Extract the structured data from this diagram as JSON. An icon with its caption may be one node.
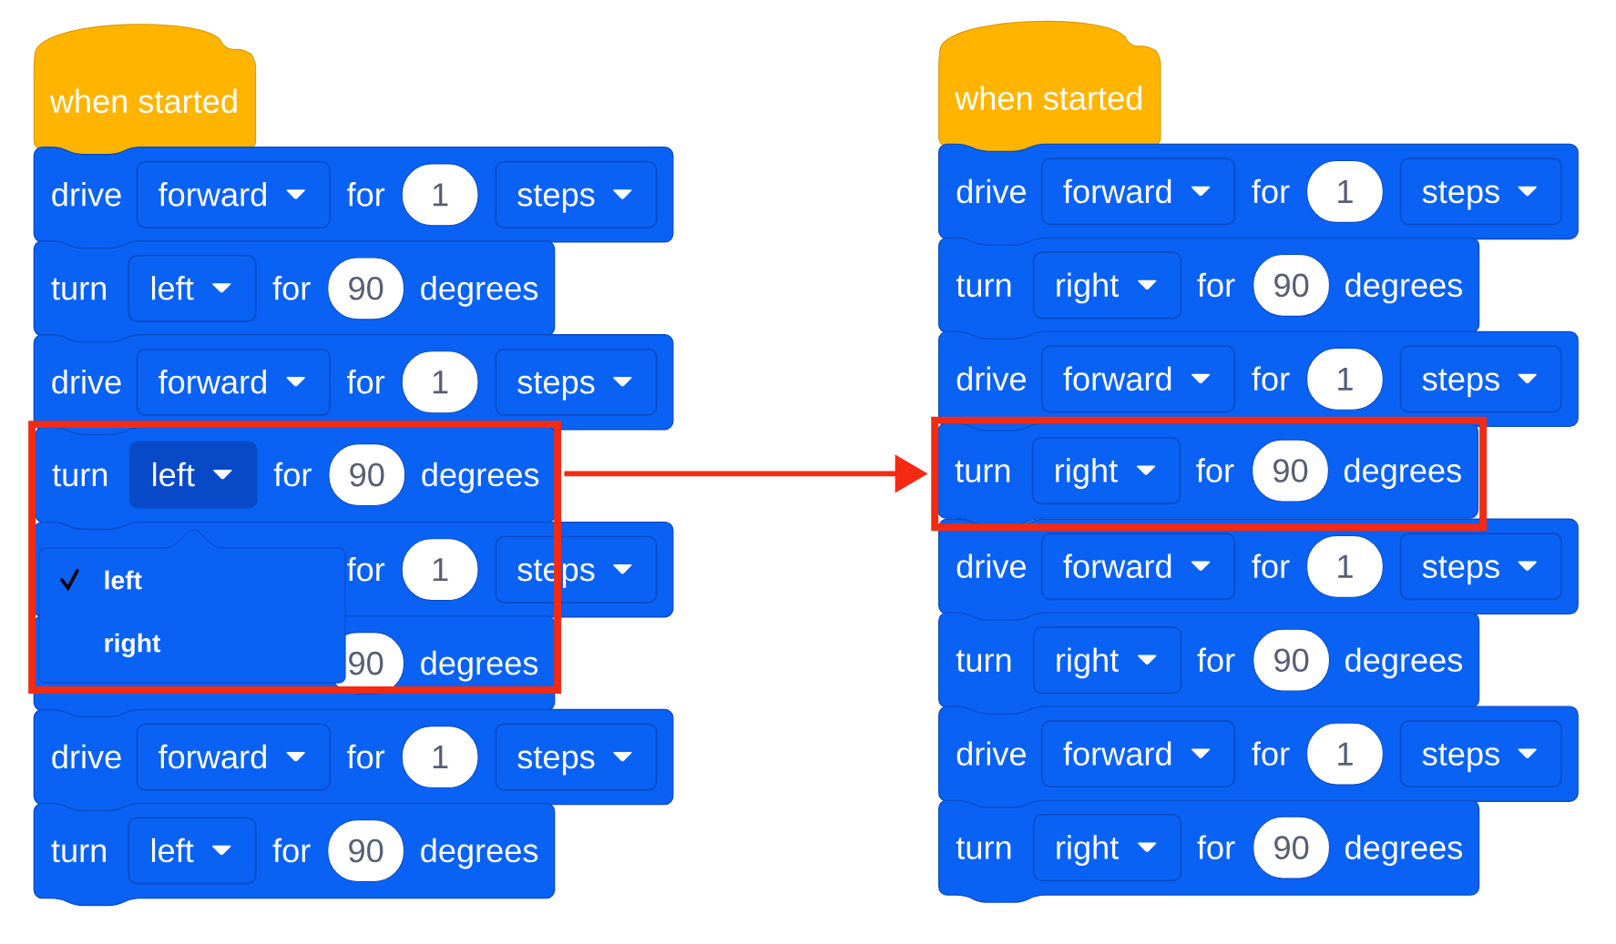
{
  "diagram": {
    "nodes": [
      {
        "text": [
          "when started"
        ]
      },
      {
        "text": [
          "drive",
          "for"
        ]
      },
      {
        "text": [
          "forward"
        ],
        "in": 1
      },
      {
        "text": [
          "1"
        ],
        "in": 1
      },
      {
        "text": [
          "steps"
        ],
        "in": 1
      },
      {
        "text": [
          "turn",
          "for",
          "degrees"
        ]
      },
      {
        "text": [
          "left"
        ],
        "in": 5
      },
      {
        "text": [
          "90"
        ],
        "in": 5
      },
      {
        "text": [
          "drive",
          "for"
        ]
      },
      {
        "text": [
          "forward"
        ],
        "in": 8
      },
      {
        "text": [
          "1"
        ],
        "in": 8
      },
      {
        "text": [
          "steps"
        ],
        "in": 8
      },
      {
        "text": [],
        "shape": "box"
      },
      {
        "text": [
          "turn",
          "for",
          "degrees"
        ],
        "in": 12
      },
      {
        "text": [
          "left"
        ],
        "in": 13
      },
      {
        "text": [
          "90"
        ],
        "in": 13
      },
      {
        "text": [
          "for"
        ]
      },
      {
        "text": [
          "1"
        ],
        "in": 16
      },
      {
        "text": [
          "steps"
        ],
        "in": 16
      },
      {
        "text": [
          "degrees"
        ]
      },
      {
        "text": [
          "90"
        ]
      },
      {
        "text": [
          "drive",
          "for"
        ]
      },
      {
        "text": [
          "forward"
        ],
        "in": 21
      },
      {
        "text": [
          "1"
        ],
        "in": 21
      },
      {
        "text": [
          "steps"
        ],
        "in": 21
      },
      {
        "text": [
          "turn",
          "for",
          "degrees"
        ]
      },
      {
        "text": [
          "left"
        ],
        "in": 25
      },
      {
        "text": [
          "90"
        ],
        "in": 25
      },
      {
        "text": [
          "left",
          "right"
        ],
        "in": 12
      },
      {
        "text": [
          "when started"
        ]
      },
      {
        "text": [
          "drive",
          "for"
        ]
      },
      {
        "text": [
          "forward"
        ],
        "in": 30
      },
      {
        "text": [
          "1"
        ],
        "in": 30
      },
      {
        "text": [
          "steps"
        ],
        "in": 30
      },
      {
        "text": [
          "turn",
          "for",
          "degrees"
        ]
      },
      {
        "text": [
          "right"
        ],
        "in": 34
      },
      {
        "text": [
          "90"
        ],
        "in": 34
      },
      {
        "text": [
          "drive",
          "for"
        ]
      },
      {
        "text": [
          "forward"
        ],
        "in": 37
      },
      {
        "text": [
          "1"
        ],
        "in": 37
      },
      {
        "text": [
          "steps"
        ],
        "in": 37
      },
      {
        "text": [],
        "shape": "box"
      },
      {
        "text": [
          "turn",
          "for",
          "degrees"
        ],
        "in": 41
      },
      {
        "text": [
          "right"
        ],
        "in": 42
      },
      {
        "text": [
          "90"
        ],
        "in": 42
      },
      {
        "text": [
          "drive",
          "for"
        ]
      },
      {
        "text": [
          "forward"
        ],
        "in": 45
      },
      {
        "text": [
          "1"
        ],
        "in": 45
      },
      {
        "text": [
          "steps"
        ],
        "in": 45
      },
      {
        "text": [
          "turn",
          "for",
          "degrees"
        ]
      },
      {
        "text": [
          "right"
        ],
        "in": 49
      },
      {
        "text": [
          "90"
        ],
        "in": 49
      },
      {
        "text": [
          "drive",
          "for"
        ]
      },
      {
        "text": [
          "forward"
        ],
        "in": 52
      },
      {
        "text": [
          "1"
        ],
        "in": 52
      },
      {
        "text": [
          "steps"
        ],
        "in": 52
      },
      {
        "text": [
          "turn",
          "for",
          "degrees"
        ]
      },
      {
        "text": [
          "right"
        ],
        "in": 56
      },
      {
        "text": [
          "90"
        ],
        "in": 56
      }
    ],
    "edges": [
      {
        "from": 12,
        "to": 41,
        "arrow": "to"
      }
    ]
  }
}
